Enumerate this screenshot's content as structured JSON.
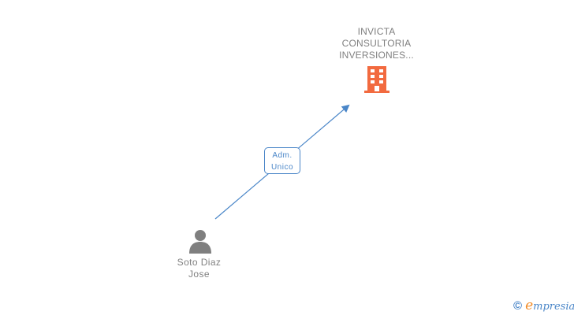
{
  "company": {
    "name_lines": [
      "INVICTA",
      "CONSULTORIA",
      "INVERSIONES..."
    ],
    "icon": "building-icon",
    "icon_color": "#f26a3f"
  },
  "relation": {
    "role_lines": [
      "Adm.",
      "Unico"
    ],
    "edge_color": "#4a86c8"
  },
  "person": {
    "name_lines": [
      "Soto Diaz",
      "Jose"
    ],
    "icon": "person-icon",
    "icon_color": "#7f7f7f"
  },
  "footer": {
    "copyright_symbol": "©",
    "brand_initial": "e",
    "brand_rest": "mpresia"
  }
}
